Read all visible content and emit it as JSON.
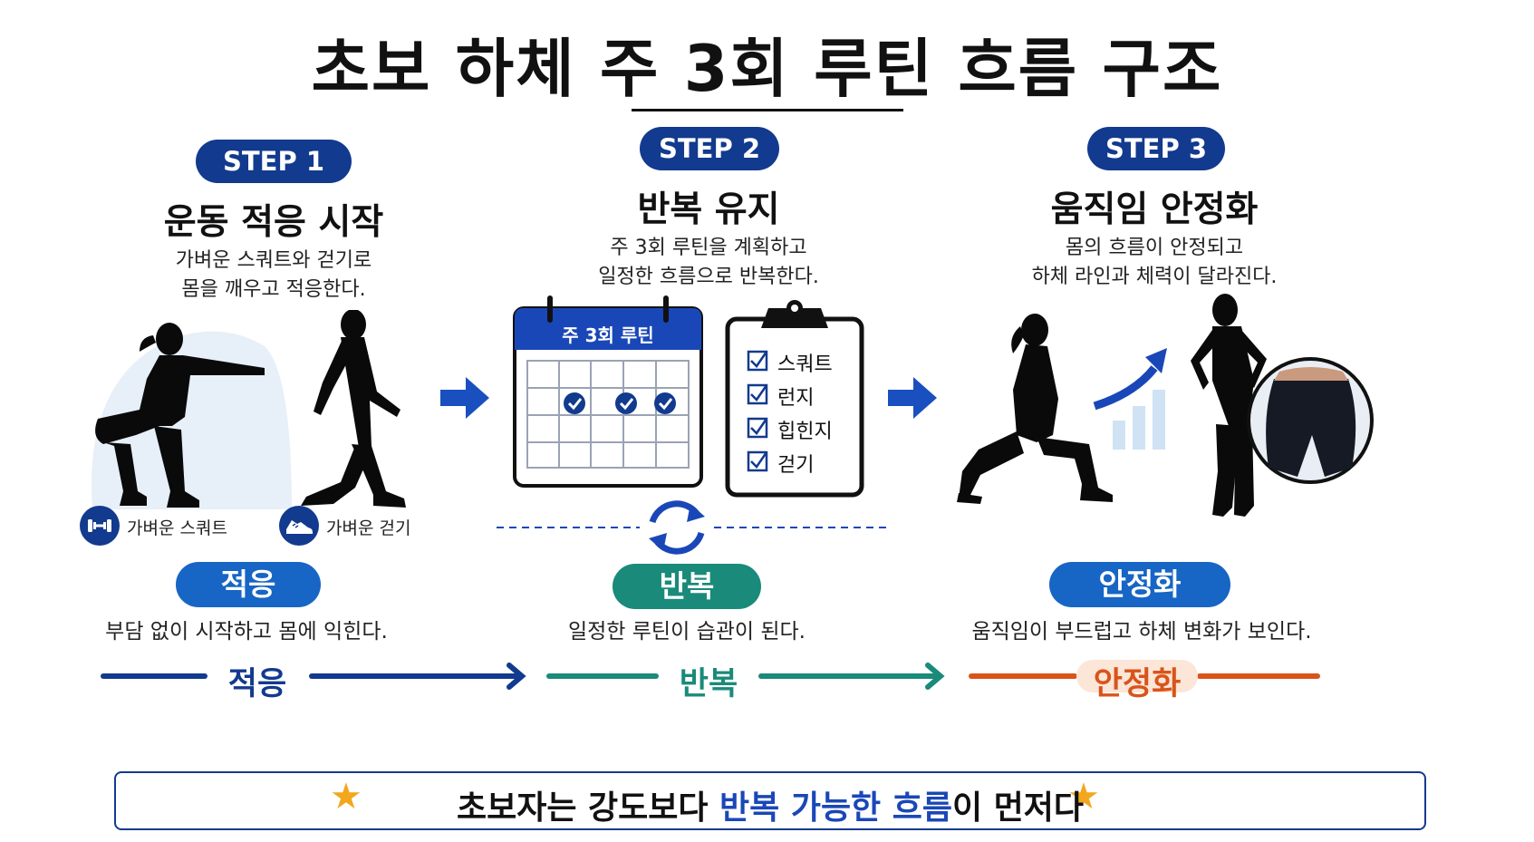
{
  "title": "초보 하체 주 3회 루틴 흐름 구조",
  "colors": {
    "navy": "#123a8e",
    "teal": "#1a8a7a",
    "orange": "#d9541a",
    "accent_blue": "#1a47b8",
    "star": "#f2a71c"
  },
  "steps": [
    {
      "pill": "STEP 1",
      "heading": "운동 적응 시작",
      "desc_line1": "가벼운 스쿼트와 걷기로",
      "desc_line2": "몸을 깨우고 적응한다.",
      "icons": [
        {
          "icon": "dumbbell-icon",
          "label": "가벼운 스쿼트"
        },
        {
          "icon": "shoe-icon",
          "label": "가벼운 걷기"
        }
      ],
      "tag": "적응",
      "tag_desc": "부담 없이 시작하고 몸에 익힌다."
    },
    {
      "pill": "STEP 2",
      "heading": "반복 유지",
      "desc_line1": "주 3회 루틴을 계획하고",
      "desc_line2": "일정한 흐름으로 반복한다.",
      "calendar_title": "주 3회 루틴",
      "checklist": [
        "스쿼트",
        "런지",
        "힙힌지",
        "걷기"
      ],
      "tag": "반복",
      "tag_desc": "일정한 루틴이 습관이 된다."
    },
    {
      "pill": "STEP 3",
      "heading": "움직임 안정화",
      "desc_line1": "몸의 흐름이 안정되고",
      "desc_line2": "하체 라인과 체력이 달라진다.",
      "tag": "안정화",
      "tag_desc": "움직임이 부드럽고 하체 변화가 보인다."
    }
  ],
  "flow": [
    "적응",
    "반복",
    "안정화"
  ],
  "banner": {
    "prefix": "초보자는 강도보다 ",
    "highlight": "반복 가능한 흐름",
    "suffix": "이 먼저다",
    "star": "★"
  }
}
